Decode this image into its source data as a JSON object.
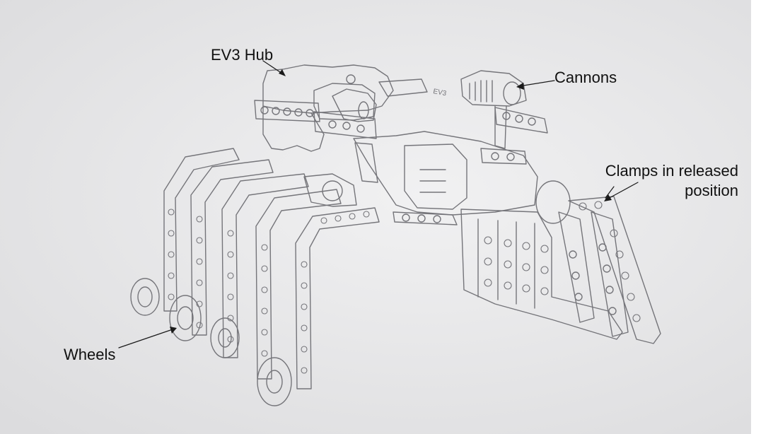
{
  "annotations": {
    "ev3_hub": "EV3 Hub",
    "cannons": "Cannons",
    "clamps_line1": "Clamps in released",
    "clamps_line2": "position",
    "wheels": "Wheels"
  },
  "sketch": {
    "hub_marking": "EV3"
  },
  "colors": {
    "paper": "#ededee",
    "pencil": "#6f6f72",
    "label_text": "#111111"
  }
}
